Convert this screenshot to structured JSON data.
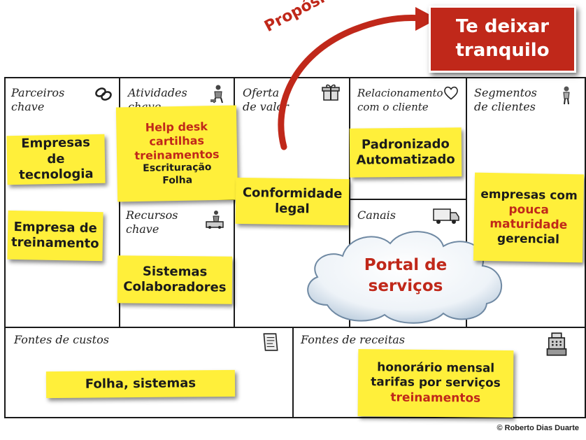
{
  "purpose": {
    "label": "Propósito",
    "box_line1": "Te deixar",
    "box_line2": "tranquilo",
    "color": "#c0281a"
  },
  "canvas": {
    "cells": {
      "parceiros": "Parceiros\nchave",
      "atividades": "Atividades\nchave",
      "oferta": "Oferta\nde valor",
      "relacionamento": "Relacionamento\ncom o cliente",
      "segmentos": "Segmentos\nde clientes",
      "recursos": "Recursos\nchave",
      "canais": "Canais",
      "custos": "Fontes de custos",
      "receitas": "Fontes de receitas"
    },
    "icons": {
      "parceiros": "chain-link-icon",
      "atividades": "worker-icon",
      "oferta": "gift-icon",
      "relacionamento": "heart-icon",
      "segmentos": "person-icon",
      "recursos": "worker-machine-icon",
      "canais": "delivery-truck-icon",
      "custos": "receipt-icon",
      "receitas": "cash-register-icon"
    }
  },
  "notes": {
    "parceiros_1": {
      "line1": "Empresas de",
      "line2": "tecnologia"
    },
    "parceiros_2": {
      "line1": "Empresa de",
      "line2": "treinamento"
    },
    "atividades": {
      "line1": "Help desk",
      "line2": "cartilhas",
      "line3": "treinamentos",
      "line4": "Escrituração",
      "line5": "Folha"
    },
    "recursos": {
      "line1": "Sistemas",
      "line2": "Colaboradores"
    },
    "oferta": {
      "line1": "Conformidade",
      "line2": "legal"
    },
    "relacionamento": {
      "line1": "Padronizado",
      "line2": "Automatizado"
    },
    "segmentos": {
      "line1": "empresas com",
      "line2": "pouca",
      "line3": "maturidade",
      "line4": "gerencial"
    },
    "custos": {
      "line1": "Folha, sistemas"
    },
    "receitas": {
      "line1": "honorário mensal",
      "line2": "tarifas por serviços",
      "line3": "treinamentos"
    }
  },
  "cloud": {
    "line1": "Portal de",
    "line2": "serviços"
  },
  "copyright": "© Roberto Dias Duarte",
  "colors": {
    "sticky": "#ffef3a",
    "accent_red": "#c0281a",
    "grid": "#1a1a1a"
  }
}
